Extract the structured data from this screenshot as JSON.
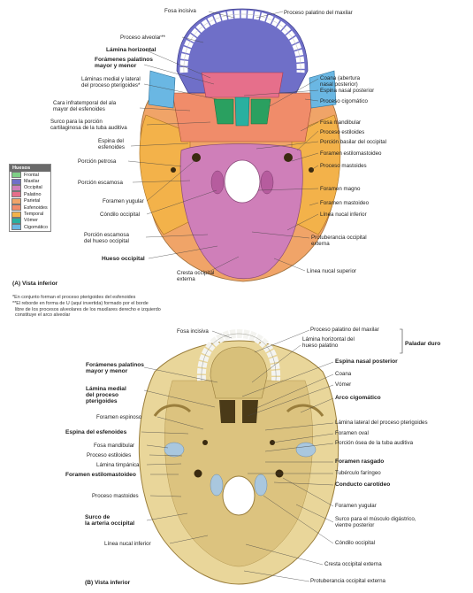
{
  "legend": {
    "title": "Huesos",
    "items": [
      {
        "label": "Frontal",
        "color": "#7fcf86"
      },
      {
        "label": "Maxilar",
        "color": "#6f6fc8"
      },
      {
        "label": "Occipital",
        "color": "#cf7fb9"
      },
      {
        "label": "Palatino",
        "color": "#e66f8b"
      },
      {
        "label": "Parietal",
        "color": "#f0a468"
      },
      {
        "label": "Esfenoides",
        "color": "#f08c6a"
      },
      {
        "label": "Temporal",
        "color": "#f3b24a"
      },
      {
        "label": "Vómer",
        "color": "#29b0a0"
      },
      {
        "label": "Cigomático",
        "color": "#6ab7e3"
      }
    ]
  },
  "panel_a": {
    "caption": "(A) Vista inferior",
    "footnote_1": "*En conjunto forman el proceso pterigoides del esfenoides",
    "footnote_2": "**El reborde en forma de U (aquí invertida) formado por el borde\n  libre de los procesos alveolares de los maxilares derecho e izquierdo\n  constituye el arco alveolar",
    "labels": {
      "fosa_incisiva": "Fosa incisiva",
      "proceso_palatino_maxilar": "Proceso palatino del maxilar",
      "proceso_alveolar": "Proceso alveolar**",
      "lamina_horizontal": "Lámina horizontal",
      "forameenes_palatinos": "Forámenes palatinos\nmayor y menor",
      "laminas_medial_lateral": "Láminas medial y lateral\ndel proceso pterigoides*",
      "cara_infratemporal": "Cara infratemporal del ala\nmayor del esfenoides",
      "surco_porcion": "Surco para la porción\ncartilaginosa de la tuba auditiva",
      "espina_esfenoides": "Espina del\nesfenoides",
      "porcion_petrosa": "Porción petrosa",
      "porcion_escamosa": "Porción escamosa",
      "foramen_yugular": "Foramen yugular",
      "condilo_occipital": "Cóndilo occipital",
      "porcion_escamosa_occipital": "Porción escamosa\ndel hueso occipital",
      "hueso_occipital": "Hueso occipital",
      "cresta_occipital_externa": "Cresta occipital\nexterna",
      "coana": "Coana (abertura\nnasal posterior)",
      "espina_nasal_posterior": "Espina nasal posterior",
      "proceso_cigomatico": "Proceso cigomático",
      "fosa_mandibular": "Fosa mandibular",
      "proceso_estiloides": "Proceso estiloides",
      "porcion_basilar": "Porción basilar del occipital",
      "foramen_estilomastoideo": "Foramen estilomastoideo",
      "proceso_mastoides": "Proceso mastoides",
      "foramen_magno": "Foramen magno",
      "foramen_mastoideo": "Foramen mastoideo",
      "linea_nucal_inferior": "Línea nucal inferior",
      "protuberancia_occipital": "Protuberancia occipital\nexterna",
      "linea_nucal_superior": "Línea nucal superior"
    }
  },
  "panel_b": {
    "caption": "(B) Vista inferior",
    "bracket_label": "Paladar duro",
    "labels": {
      "fosa_incisiva": "Fosa incisiva",
      "proceso_palatino_maxilar": "Proceso palatino del maxilar",
      "lamina_horizontal": "Lámina horizontal del\nhueso palatino",
      "forameenes_palatinos": "Forámenes palatinos\nmayor y menor",
      "espina_nasal_posterior": "Espina nasal posterior",
      "coana": "Coana",
      "vomer": "Vómer",
      "lamina_medial": "Lámina medial\ndel proceso\npterigoides",
      "arco_cigomatico": "Arco cigomático",
      "foramen_espinoso": "Foramen espinoso",
      "lamina_lateral": "Lámina lateral del proceso pterigoides",
      "espina_esfenoides": "Espina del esfenoides",
      "foramen_oval": "Foramen oval",
      "porcion_osea": "Porción ósea de la tuba auditiva",
      "fosa_mandibular": "Fosa mandibular",
      "foramen_rasgado": "Foramen rasgado",
      "proceso_estiloides": "Proceso estiloides",
      "tuberculo_faringeo": "Tubérculo faríngeo",
      "lamina_timpanica": "Lámina timpánica",
      "conducto_carotideo": "Conducto carotídeo",
      "foramen_estilomastoideo": "Foramen estilomastoideo",
      "proceso_mastoides": "Proceso mastoides",
      "foramen_yugular": "Foramen yugular",
      "surco_arteria_occipital": "Surco de\nla arteria occipital",
      "surco_musculo_digastrico": "Surco para el músculo digástrico,\nvientre posterior",
      "condilo_occipital": "Cóndilo occipital",
      "linea_nucal_inferior": "Línea nucal inferior",
      "cresta_occipital_externa": "Cresta occipital externa",
      "protuberancia_occipital": "Protuberancia occipital externa"
    }
  }
}
